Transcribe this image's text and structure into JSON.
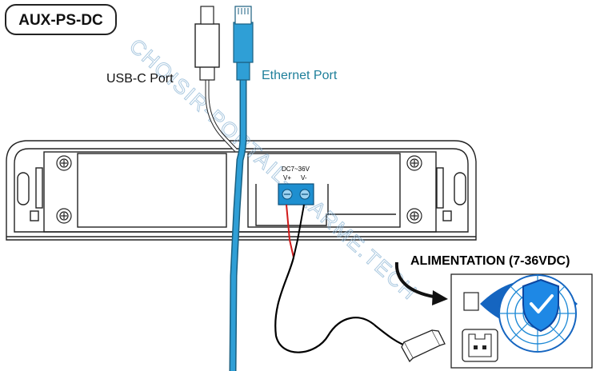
{
  "title": "AUX-PS-DC",
  "labels": {
    "usb_c": "USB-C Port",
    "ethernet": "Ethernet Port",
    "terminal_voltage": "DC7~36V",
    "terminal_plus": "V+",
    "terminal_minus": "V-",
    "power": "ALIMENTATION (7-36VDC)"
  },
  "watermark": "CHOISIR-PORTAIL-ALARME.TECH",
  "colors": {
    "ethernet_cable": "#2f9fd6",
    "ethernet_label": "#1e7f9a",
    "terminal_block": "#1e8fd0",
    "wire_positive": "#d11a1a",
    "wire_negative": "#000000",
    "logo_blue": "#1565c0",
    "logo_ring": "#1f8ad6"
  },
  "icons": [
    "usb-c-connector-icon",
    "rj45-connector-icon",
    "power-plug-icon",
    "shield-check-logo-icon"
  ]
}
